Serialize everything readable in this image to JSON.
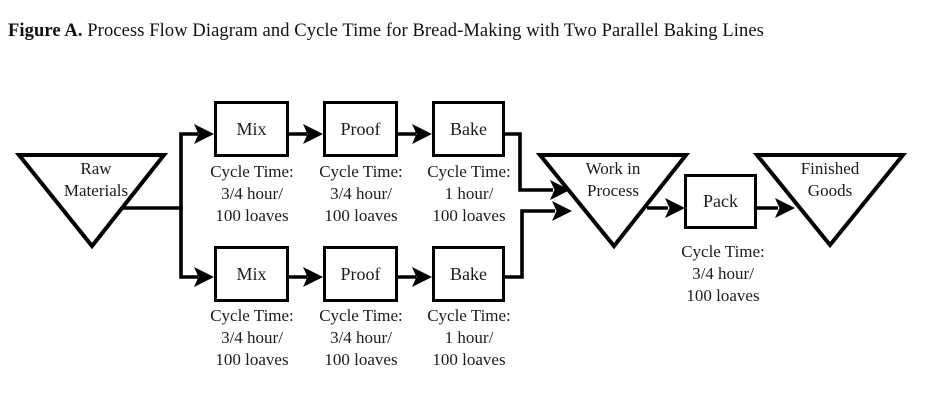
{
  "figure": {
    "label": "Figure A.",
    "caption": "Process Flow Diagram and Cycle Time for Bread-Making with Two Parallel Baking Lines"
  },
  "colors": {
    "ink": "#000000",
    "paper": "#ffffff",
    "text": "#1c1c1c"
  },
  "inventories": {
    "raw_materials": {
      "line1": "Raw",
      "line2": "Materials"
    },
    "work_in_process": {
      "line1": "Work in",
      "line2": "Process"
    },
    "finished_goods": {
      "line1": "Finished",
      "line2": "Goods"
    }
  },
  "baking_lines": {
    "top": [
      {
        "label": "Mix",
        "cycle_time": [
          "Cycle Time:",
          "3/4 hour/",
          "100 loaves"
        ]
      },
      {
        "label": "Proof",
        "cycle_time": [
          "Cycle Time:",
          "3/4 hour/",
          "100 loaves"
        ]
      },
      {
        "label": "Bake",
        "cycle_time": [
          "Cycle Time:",
          "1 hour/",
          "100 loaves"
        ]
      }
    ],
    "bottom": [
      {
        "label": "Mix",
        "cycle_time": [
          "Cycle Time:",
          "3/4 hour/",
          "100 loaves"
        ]
      },
      {
        "label": "Proof",
        "cycle_time": [
          "Cycle Time:",
          "3/4 hour/",
          "100 loaves"
        ]
      },
      {
        "label": "Bake",
        "cycle_time": [
          "Cycle Time:",
          "1 hour/",
          "100 loaves"
        ]
      }
    ]
  },
  "pack": {
    "label": "Pack",
    "cycle_time": [
      "Cycle Time:",
      "3/4 hour/",
      "100 loaves"
    ]
  }
}
